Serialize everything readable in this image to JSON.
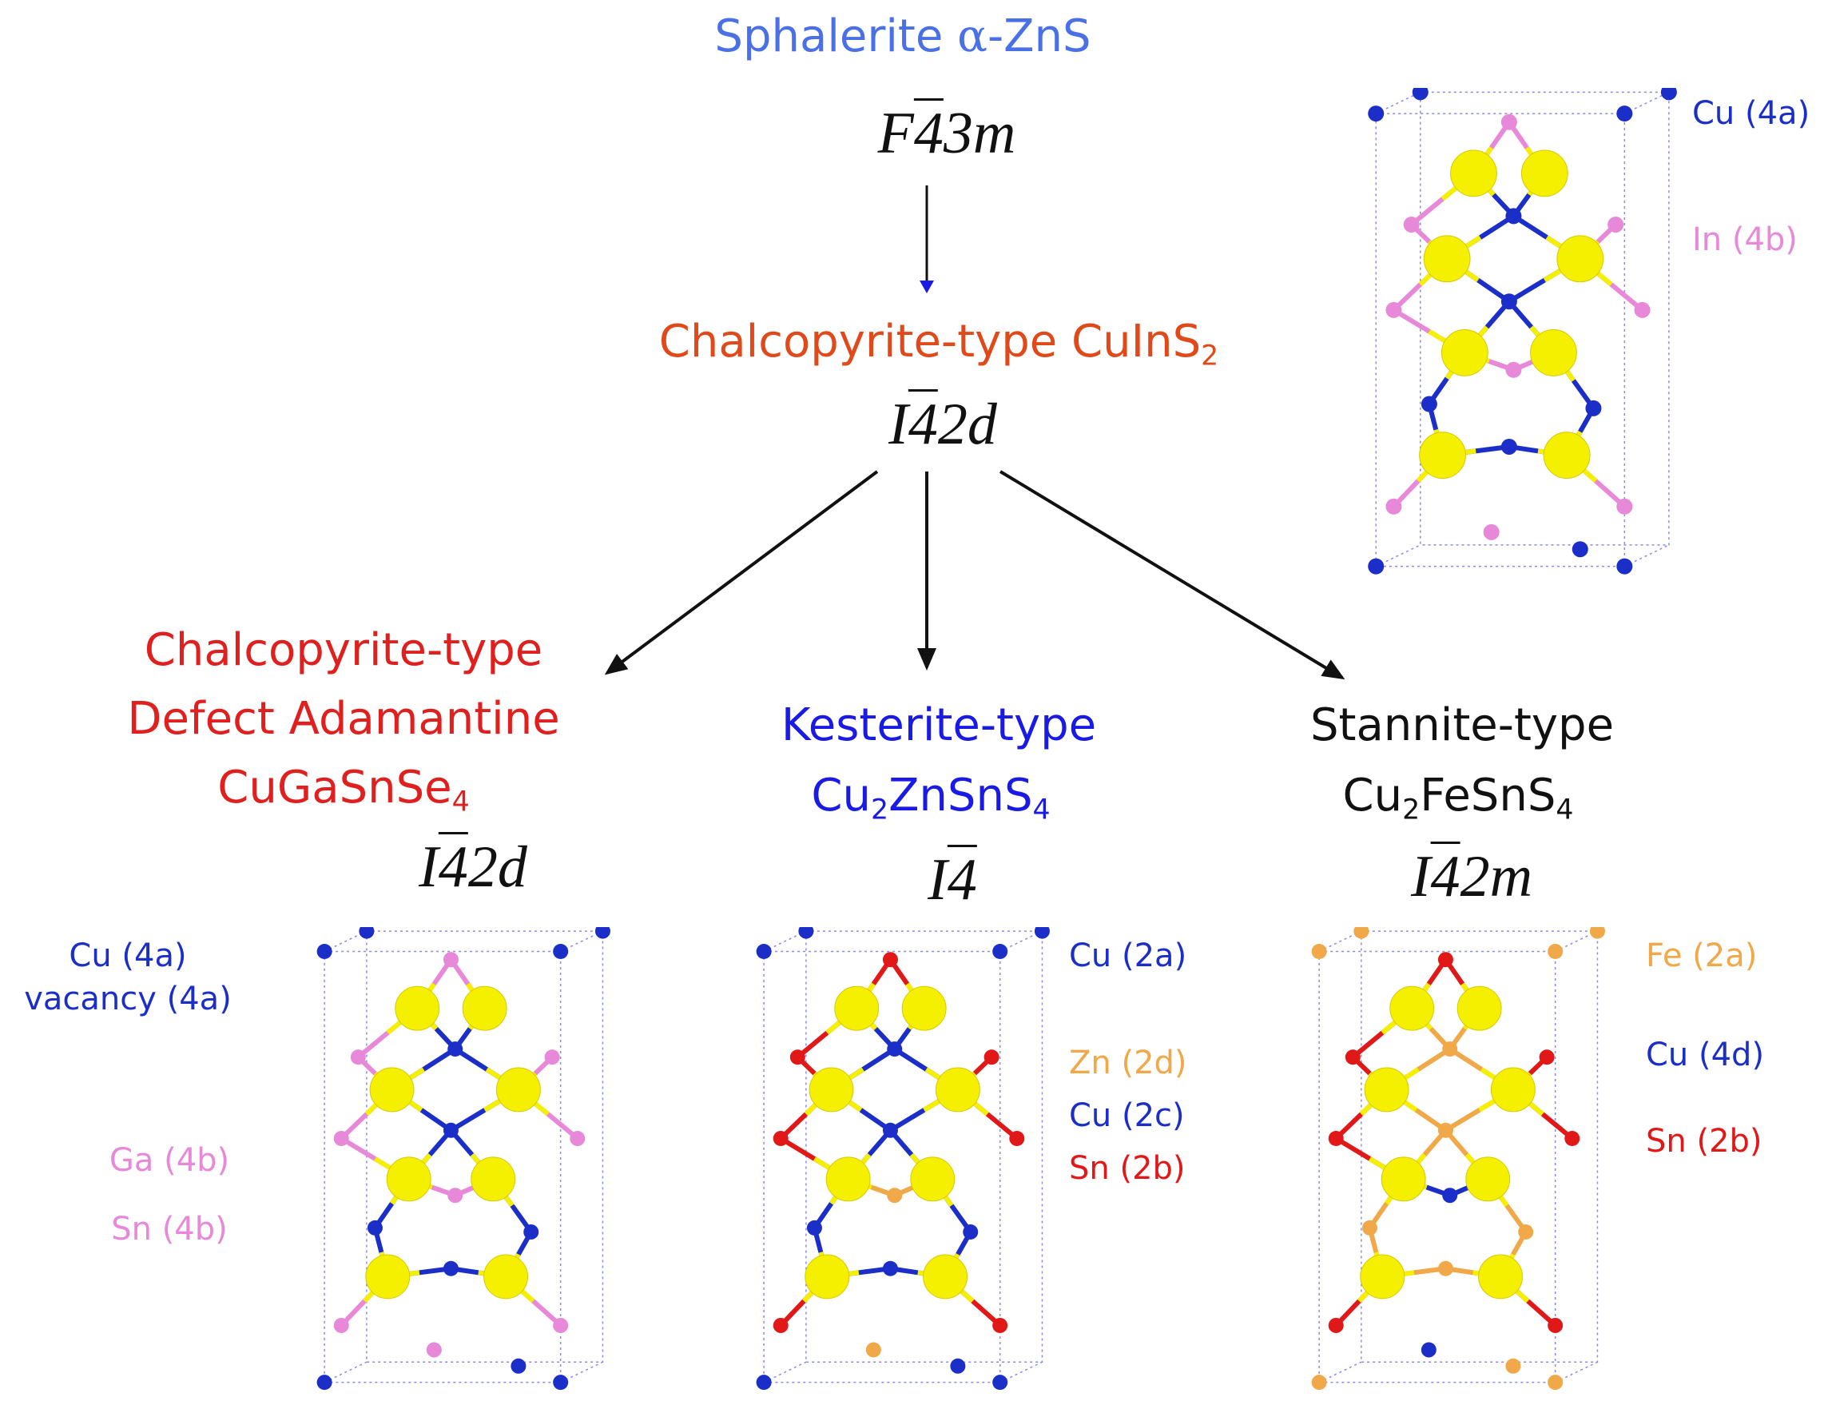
{
  "colors": {
    "blue_light": "#4a70e8",
    "red_orange": "#e04a1a",
    "red": "#e0201e",
    "blue": "#1a1ae6",
    "black": "#111111",
    "cu_blue": "#1b2fc8",
    "pink": "#e888d8",
    "orange": "#f0a848",
    "sn_red": "#e01818",
    "sulfur_yellow": "#f5f000"
  },
  "top": {
    "title_prefix": "Sphalerite ",
    "title_alpha": "α",
    "title_suffix": "-ZnS",
    "sg_a": "F",
    "sg_bar": "4",
    "sg_b": "3m"
  },
  "middle": {
    "title_main": "Chalcopyrite-type CuInS",
    "title_sub": "2",
    "sg_a": "I",
    "sg_bar": "4",
    "sg_b": "2d"
  },
  "topright_labels": {
    "cu": "Cu (4a)",
    "in": "In (4b)"
  },
  "left": {
    "line1": "Chalcopyrite-type",
    "line2": "Defect Adamantine",
    "line3_main": "CuGaSnSe",
    "line3_sub": "4",
    "sg_a": "I",
    "sg_bar": "4",
    "sg_b": "2d",
    "labels": {
      "cu": "Cu (4a)",
      "vacancy": "vacancy (4a)",
      "ga": "Ga (4b)",
      "sn": "Sn (4b)"
    }
  },
  "center": {
    "line1": "Kesterite-type",
    "line2_a": "Cu",
    "line2_sub1": "2",
    "line2_b": "ZnSnS",
    "line2_sub2": "4",
    "sg_a": "I",
    "sg_bar": "4",
    "labels": {
      "cu2a": "Cu (2a)",
      "zn": "Zn (2d)",
      "cu2c": "Cu (2c)",
      "sn": "Sn (2b)"
    }
  },
  "right": {
    "line1": "Stannite-type",
    "line2_a": "Cu",
    "line2_sub1": "2",
    "line2_b": "FeSnS",
    "line2_sub2": "4",
    "sg_a": "I",
    "sg_bar": "4",
    "sg_b": "2m",
    "labels": {
      "fe": "Fe (2a)",
      "cu": "Cu (4d)",
      "sn": "Sn (2b)"
    }
  }
}
